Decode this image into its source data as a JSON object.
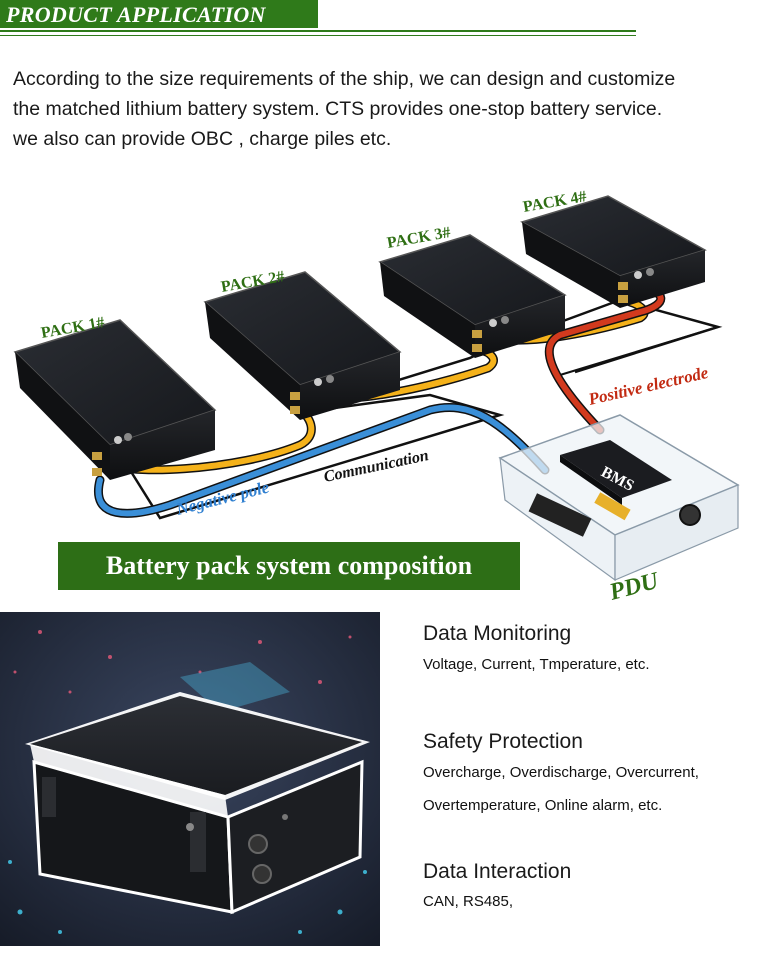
{
  "header": {
    "title": "PRODUCT APPLICATION"
  },
  "intro": {
    "line1": "According to the size requirements of the ship, we can design and customize",
    "line2": "the matched lithium battery system. CTS provides one-stop battery service.",
    "line3": "we also can provide OBC , charge piles etc."
  },
  "diagram": {
    "pack1": "PACK 1#",
    "pack2": "PACK 2#",
    "pack3": "PACK 3#",
    "pack4": "PACK 4#",
    "positive": "Positive electrode",
    "communication": "Communication",
    "negative": "Negative pole",
    "pdu": "PDU",
    "bms": "BMS"
  },
  "banner": {
    "title": "Battery pack system composition"
  },
  "features": [
    {
      "title": "Data Monitoring",
      "line1": "Voltage, Current, Tmperature, etc.",
      "line2": ""
    },
    {
      "title": "Safety Protection",
      "line1": "Overcharge, Overdischarge, Overcurrent,",
      "line2": "Overtemperature, Online alarm, etc."
    },
    {
      "title": "Data Interaction",
      "line1": "CAN, RS485,",
      "line2": ""
    }
  ],
  "colors": {
    "brand_green": "#2f7a1a",
    "positive_red": "#d23a1e",
    "negative_blue": "#3a8fd8",
    "link_orange": "#f5b21a"
  }
}
